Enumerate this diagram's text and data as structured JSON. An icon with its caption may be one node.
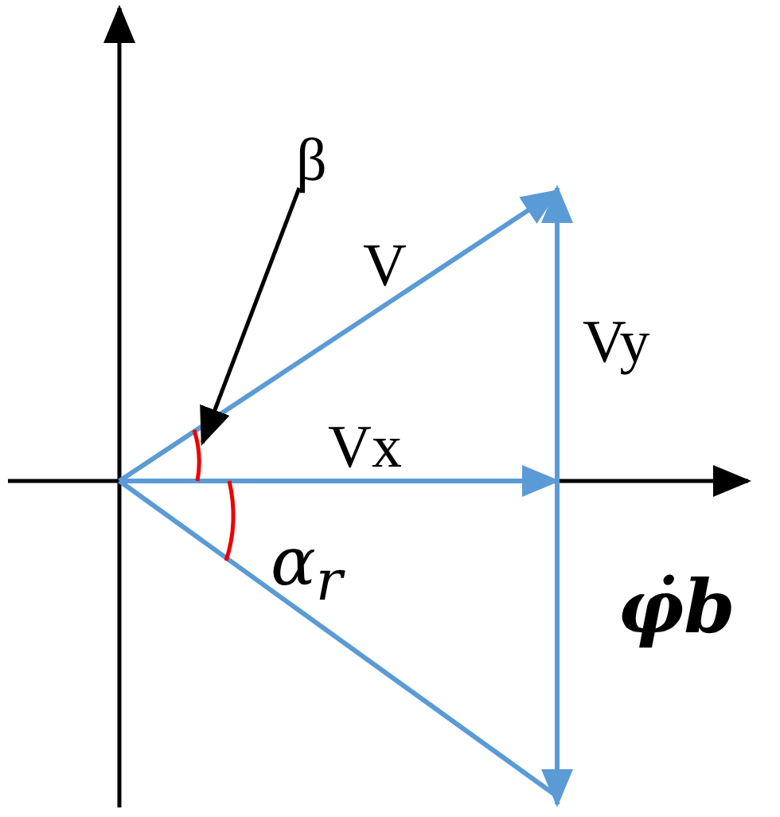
{
  "diagram": {
    "nodes": [
      {
        "text": [
          "β"
        ]
      },
      {
        "text": [],
        "shape": "arc"
      }
    ],
    "edges": [
      {
        "from": 0,
        "to": 1,
        "arrow": "to"
      }
    ],
    "labels": [
      "V",
      "Vy",
      "Vx",
      "α$_{r}$",
      "φ̇b"
    ]
  }
}
